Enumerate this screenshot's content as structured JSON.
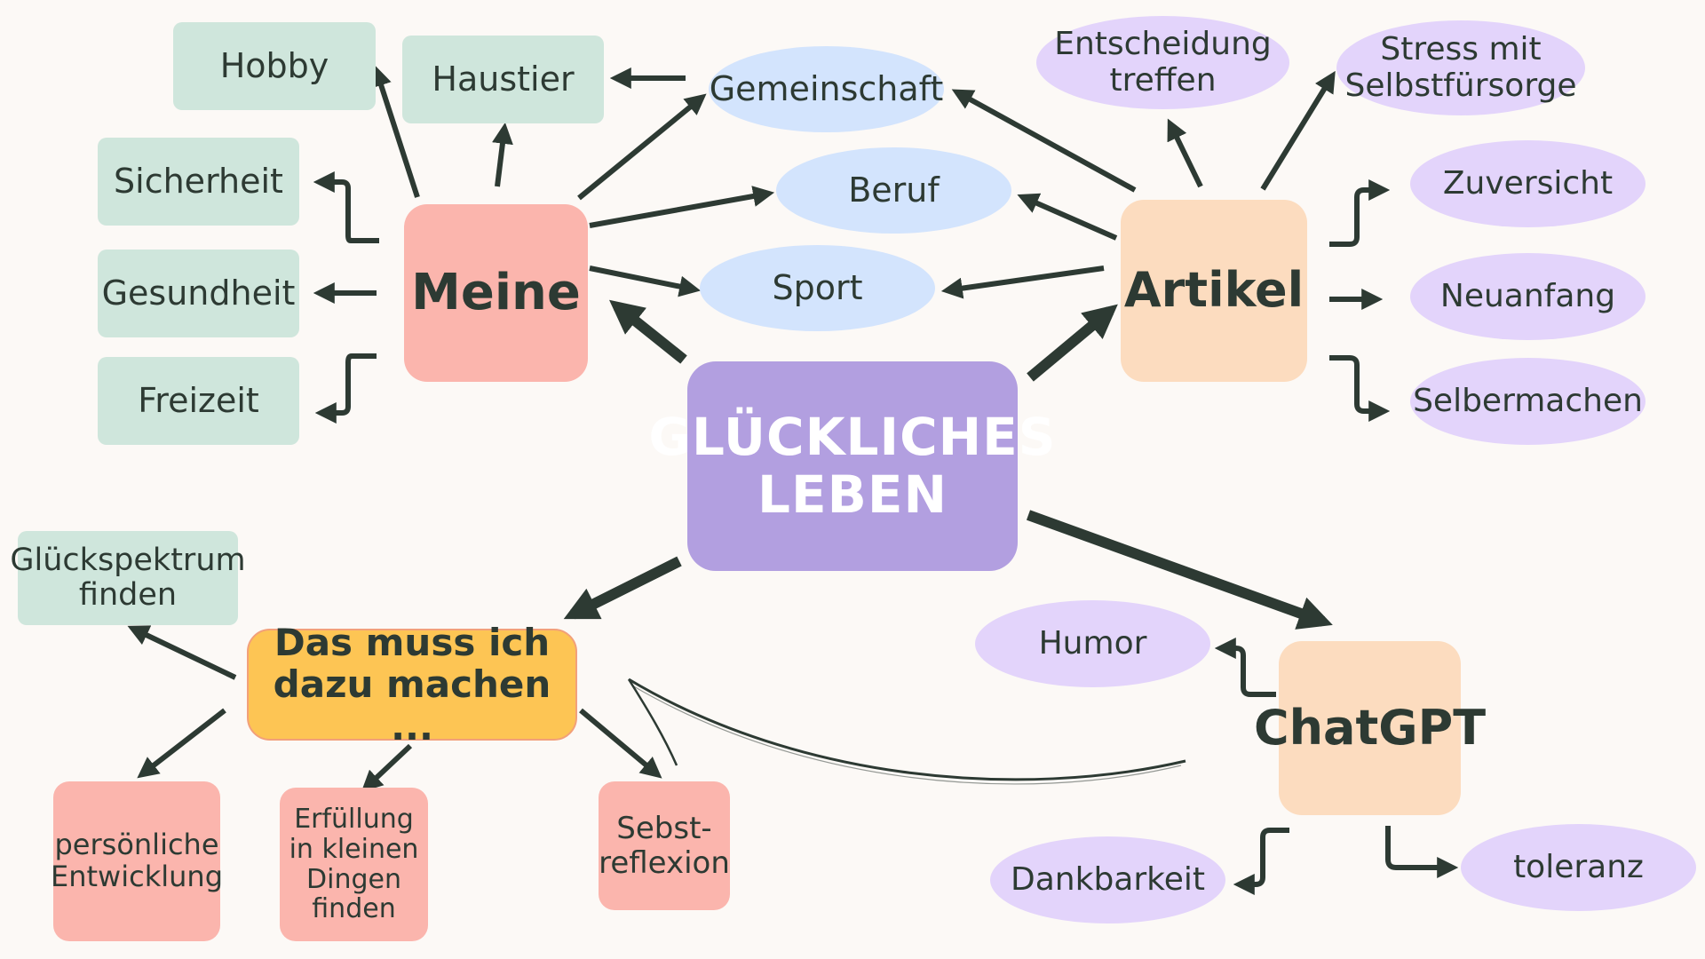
{
  "center": {
    "title": "GLÜCKLICHES\nLEBEN"
  },
  "meine": {
    "title": "Meine",
    "items": {
      "hobby": "Hobby",
      "haustier": "Haustier",
      "sicherheit": "Sicherheit",
      "gesundheit": "Gesundheit",
      "freizeit": "Freizeit"
    }
  },
  "shared": {
    "gemeinschaft": "Gemeinschaft",
    "beruf": "Beruf",
    "sport": "Sport"
  },
  "artikel": {
    "title": "Artikel",
    "items": {
      "entscheidung": "Entscheidung\ntreffen",
      "stress": "Stress mit\nSelbstfürsorge",
      "zuversicht": "Zuversicht",
      "neuanfang": "Neuanfang",
      "selbermachen": "Selbermachen"
    }
  },
  "tasks": {
    "title": "Das muss ich\ndazu machen ...",
    "items": {
      "glueckspektrum": "Glückspektrum\nfinden",
      "entwicklung": "persönliche\nEntwicklung",
      "erfuellung": "Erfüllung\nin kleinen\nDingen\nfinden",
      "reflexion": "Sebst-\nreflexion"
    }
  },
  "chatgpt": {
    "title": "ChatGPT",
    "items": {
      "humor": "Humor",
      "dankbarkeit": "Dankbarkeit",
      "toleranz": "toleranz"
    }
  },
  "colors": {
    "line": "#2d3a33",
    "center": "#b29fe0",
    "hub_pink": "#fbb5ad",
    "hub_peach": "#fcdcbf",
    "task": "#fdc554",
    "leaf_green": "#cfe6dc",
    "ellipse_blue": "#d3e4fd",
    "ellipse_purple": "#e3d4fb"
  }
}
